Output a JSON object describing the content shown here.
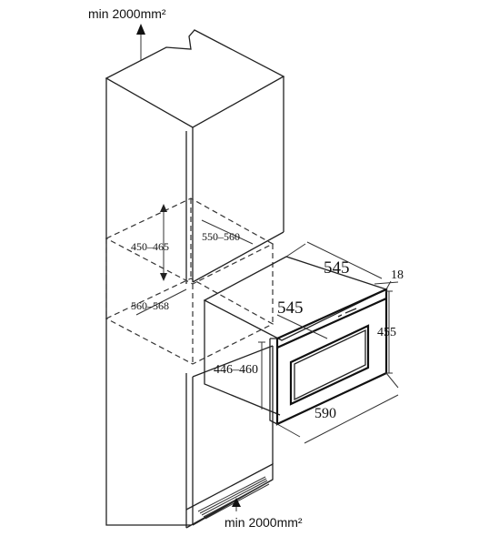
{
  "ventilation": {
    "top_label": "min 2000mm²",
    "bottom_label": "min 2000mm²"
  },
  "dimensions": {
    "niche_depth": "550–560",
    "niche_height": "450–465",
    "niche_width": "560–568",
    "oven_depth_top": "545",
    "oven_depth_side": "545",
    "oven_door_thickness": "18",
    "oven_front_height": "455",
    "oven_body_height": "446–460",
    "oven_front_width": "590"
  }
}
